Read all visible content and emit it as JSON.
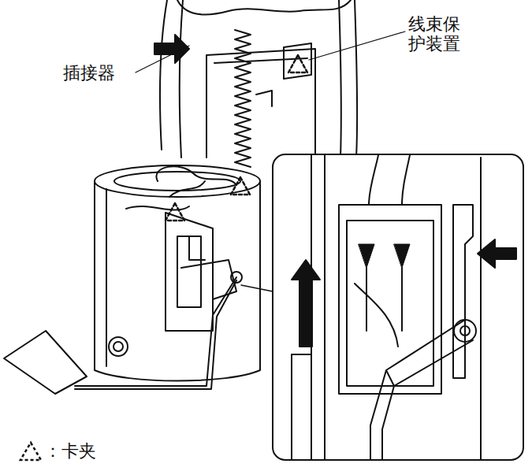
{
  "diagram": {
    "labels": [
      "插接器",
      "线束保 护装置"
    ],
    "legend": [
      {
        "text": "：卡夹"
      }
    ]
  }
}
